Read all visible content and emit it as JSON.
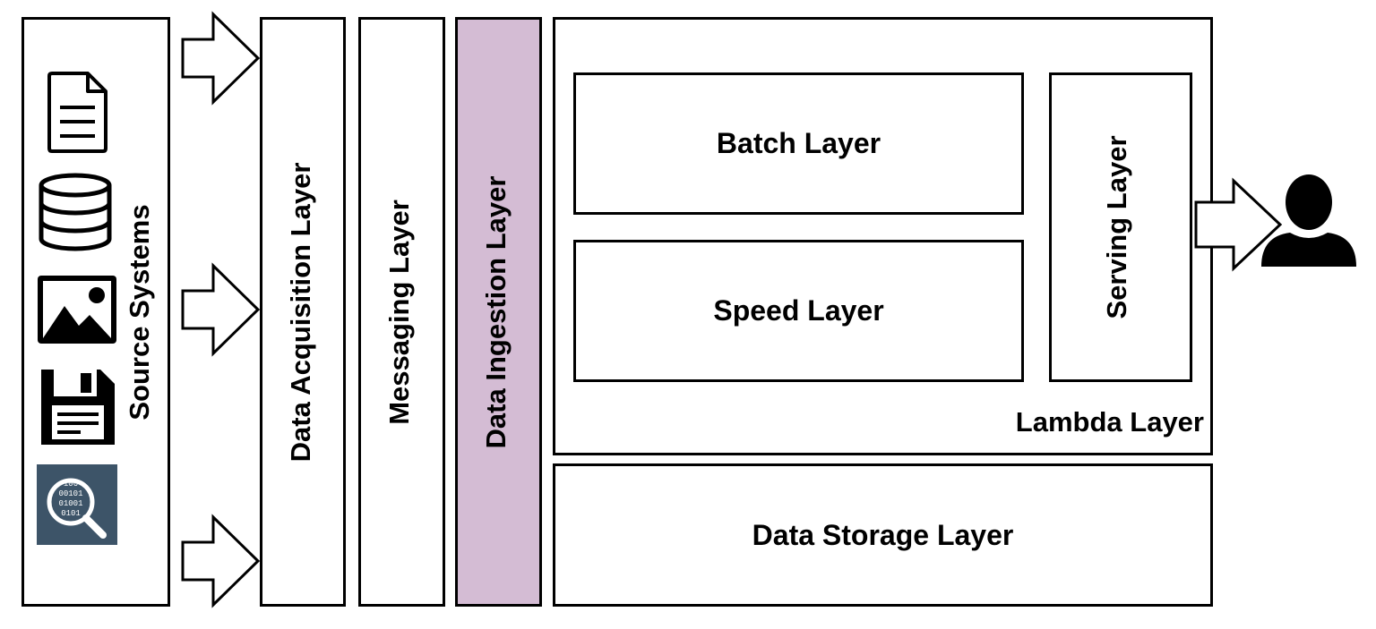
{
  "diagram": {
    "source_systems": {
      "label": "Source Systems",
      "icons": [
        "document-icon",
        "database-icon",
        "image-icon",
        "floppy-disk-icon",
        "data-search-icon"
      ],
      "data_search_digits": [
        "100",
        "00101",
        "01001",
        "0101"
      ]
    },
    "layers": {
      "data_acquisition": "Data Acquisition Layer",
      "messaging": "Messaging Layer",
      "data_ingestion": "Data Ingestion Layer",
      "batch": "Batch Layer",
      "speed": "Speed Layer",
      "serving": "Serving Layer",
      "lambda": "Lambda Layer",
      "data_storage": "Data Storage Layer"
    },
    "colors": {
      "ingestion_fill": "#d4bcd4",
      "search_icon_bg": "#3d5468"
    },
    "consumer_icon": "user-icon"
  }
}
